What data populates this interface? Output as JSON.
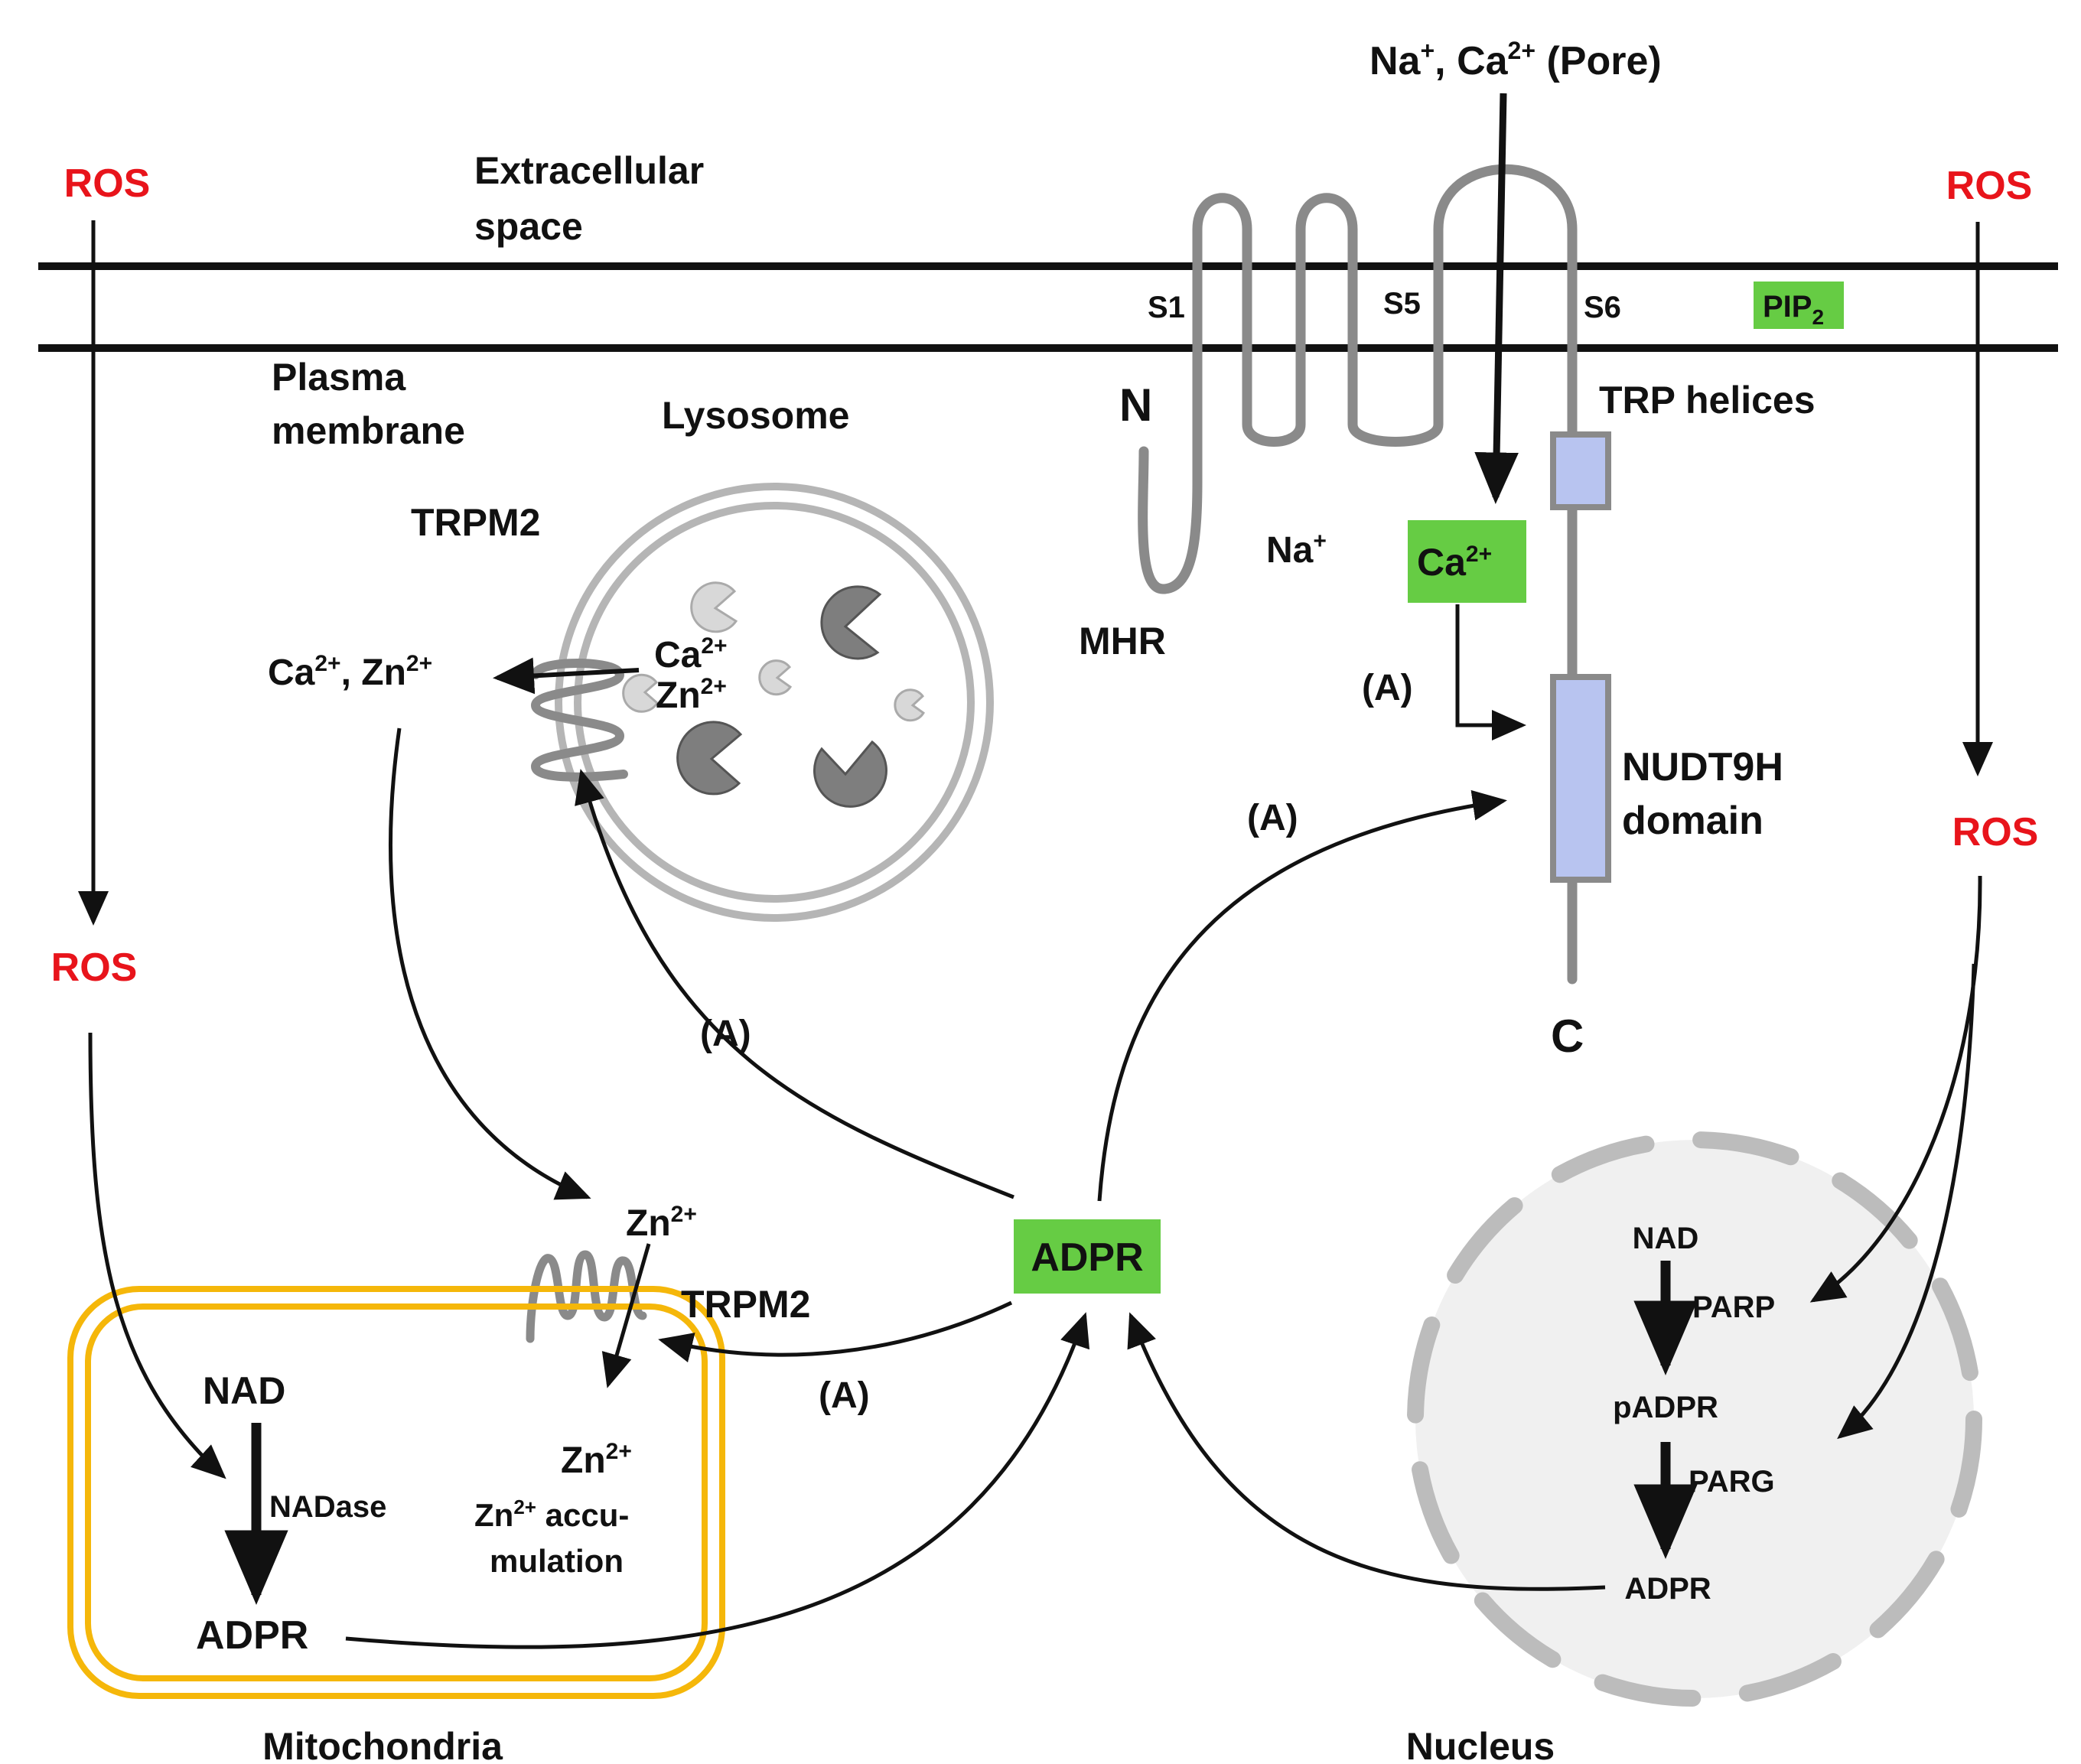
{
  "colors": {
    "ros": "#e8141b",
    "green_box": "#66cc44",
    "domain_box": "#b8c4f0",
    "mito_outline": "#f5b70a",
    "channel_gray": "#8a8a8a",
    "nucleus_fill": "#f0f0f0",
    "arrow": "#111111"
  },
  "labels": {
    "ros_top_left": "ROS",
    "ros_top_right": "ROS",
    "ros_left": "ROS",
    "ros_right": "ROS",
    "extracellular_1": "Extracellular",
    "extracellular_2": "space",
    "plasma_1": "Plasma",
    "plasma_2": "membrane",
    "pore_na": "Na",
    "pore_na_sup": "+",
    "pore_ca": ", Ca",
    "pore_ca_sup": "2+",
    "pore_rest": " (Pore)",
    "s1": "S1",
    "s5": "S5",
    "s6": "S6",
    "pip": "PIP",
    "pip_sub": "2",
    "n_term": "N",
    "c_term": "C",
    "trp_helices": "TRP helices",
    "na_in": "Na",
    "na_in_sup": "+",
    "mhr": "MHR",
    "ca_box": "Ca",
    "ca_box_sup": "2+",
    "nudt_1": "NUDT9H",
    "nudt_2": "domain",
    "a1": "(A)",
    "a2": "(A)",
    "a3": "(A)",
    "a4": "(A)",
    "lysosome": "Lysosome",
    "trpm2_lys": "TRPM2",
    "lys_ca": "Ca",
    "lys_ca_sup": "2+",
    "lys_zn": "Zn",
    "lys_zn_sup": "2+",
    "out_ca": "Ca",
    "out_ca_sup": "2+",
    "out_zn": ", Zn",
    "out_zn_sup": "2+",
    "adpr_center": "ADPR",
    "zn_mid": "Zn",
    "zn_mid_sup": "2+",
    "trpm2_mito": "TRPM2",
    "mito_nad": "NAD",
    "mito_nadase": "NADase",
    "mito_adpr": "ADPR",
    "mito_zn": "Zn",
    "mito_zn_sup": "2+",
    "zn_accu_zn": "Zn",
    "zn_accu_sup": "2+",
    "zn_accu_1": " accu-",
    "zn_accu_2": "mulation",
    "mitochondria": "Mitochondria",
    "nuc_nad": "NAD",
    "nuc_parp": "PARP",
    "nuc_padpr": "pADPR",
    "nuc_parg": "PARG",
    "nuc_adpr": "ADPR",
    "nucleus": "Nucleus"
  }
}
